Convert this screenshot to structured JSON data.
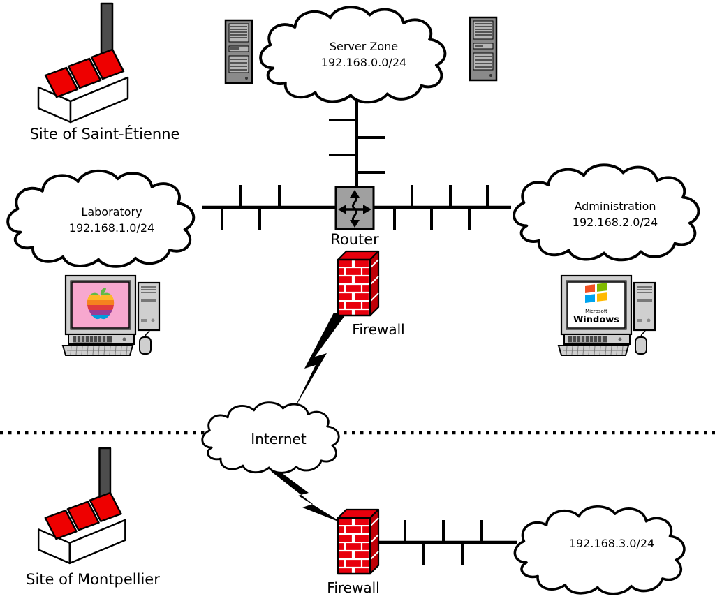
{
  "sites": {
    "saint_etienne": {
      "label": "Site of Saint-Étienne"
    },
    "montpellier": {
      "label": "Site of Montpellier"
    }
  },
  "clouds": {
    "server_zone": {
      "name": "Server Zone",
      "cidr": "192.168.0.0/24"
    },
    "laboratory": {
      "name": "Laboratory",
      "cidr": "192.168.1.0/24"
    },
    "administration": {
      "name": "Administration",
      "cidr": "192.168.2.0/24"
    },
    "internet": {
      "name": "Internet"
    },
    "montpellier_lan": {
      "cidr": "192.168.3.0/24"
    }
  },
  "devices": {
    "router": {
      "label": "Router"
    },
    "firewall_main": {
      "label": "Firewall"
    },
    "firewall_montpellier": {
      "label": "Firewall"
    }
  },
  "icons": {
    "factory": "factory-icon",
    "server": "server-tower-icon",
    "apple_logo": "apple-rainbow-logo",
    "windows_logo": {
      "brand": "Microsoft",
      "product": "Windows"
    },
    "lightning": "lightning-bolt-icon"
  },
  "colors": {
    "factory_red": "#ee0000",
    "firewall_red": "#e8000d",
    "router_gray": "#a0a0a0",
    "line_black": "#000000"
  }
}
